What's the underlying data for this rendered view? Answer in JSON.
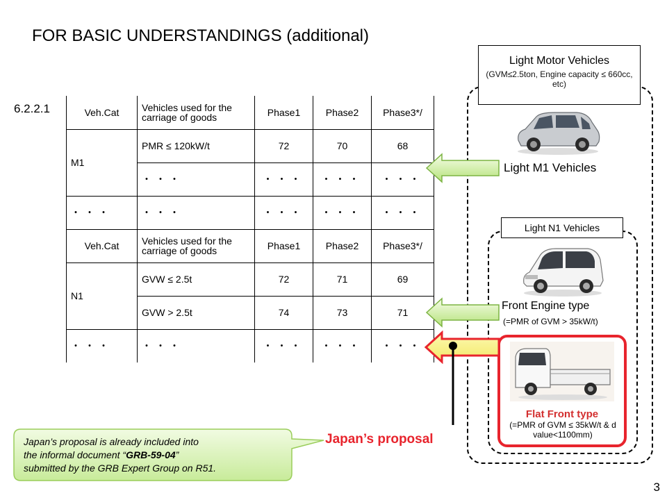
{
  "title": "FOR BASIC UNDERSTANDINGS (additional)",
  "section_number": "6.2.2.1",
  "table": {
    "m1_header": [
      "Veh.Cat",
      "Vehicles used for the carriage of goods",
      "Phase1",
      "Phase2",
      "Phase3*/"
    ],
    "m1_row": {
      "cat": "M1",
      "cond": "PMR ≤ 120kW/t",
      "p1": "72",
      "p2": "70",
      "p3": "68"
    },
    "dots": "・・・",
    "n1_header": [
      "Veh.Cat",
      "Vehicles used for the carriage of goods",
      "Phase1",
      "Phase2",
      "Phase3*/"
    ],
    "n1_row1": {
      "cat": "N1",
      "cond": "GVW ≤ 2.5t",
      "p1": "72",
      "p2": "71",
      "p3": "69"
    },
    "n1_row2": {
      "cond": "GVW > 2.5t",
      "p1": "74",
      "p2": "73",
      "p3": "71"
    }
  },
  "panel": {
    "lmv_title": "Light Motor Vehicles",
    "lmv_subtitle": "(GVM≤2.5ton, Engine capacity ≤ 660cc, etc)",
    "light_m1": "Light M1 Vehicles",
    "light_n1": "Light N1 Vehicles",
    "front_engine_title": "Front Engine type",
    "front_engine_sub": "(=PMR of GVM > 35kW/t)",
    "flat_front_title": "Flat Front type",
    "flat_front_sub": "(=PMR of GVM ≤ 35kW/t & d value<1100mm)"
  },
  "proposal_label": "Japan’s proposal",
  "callout": {
    "line1_a": "Japan’s proposal is already included into",
    "line2_a": "the informal document “",
    "line2_bold": "GRB-59-04",
    "line2_b": "”",
    "line3": "submitted by the GRB Expert Group on R51."
  },
  "page_number": "3",
  "colors": {
    "red": "#e8242d",
    "arrow_green_light": "#f2fbe0",
    "arrow_green_dark": "#b5e27a",
    "callout_green": "#d6f0b0",
    "yellow": "#f9f48a"
  }
}
